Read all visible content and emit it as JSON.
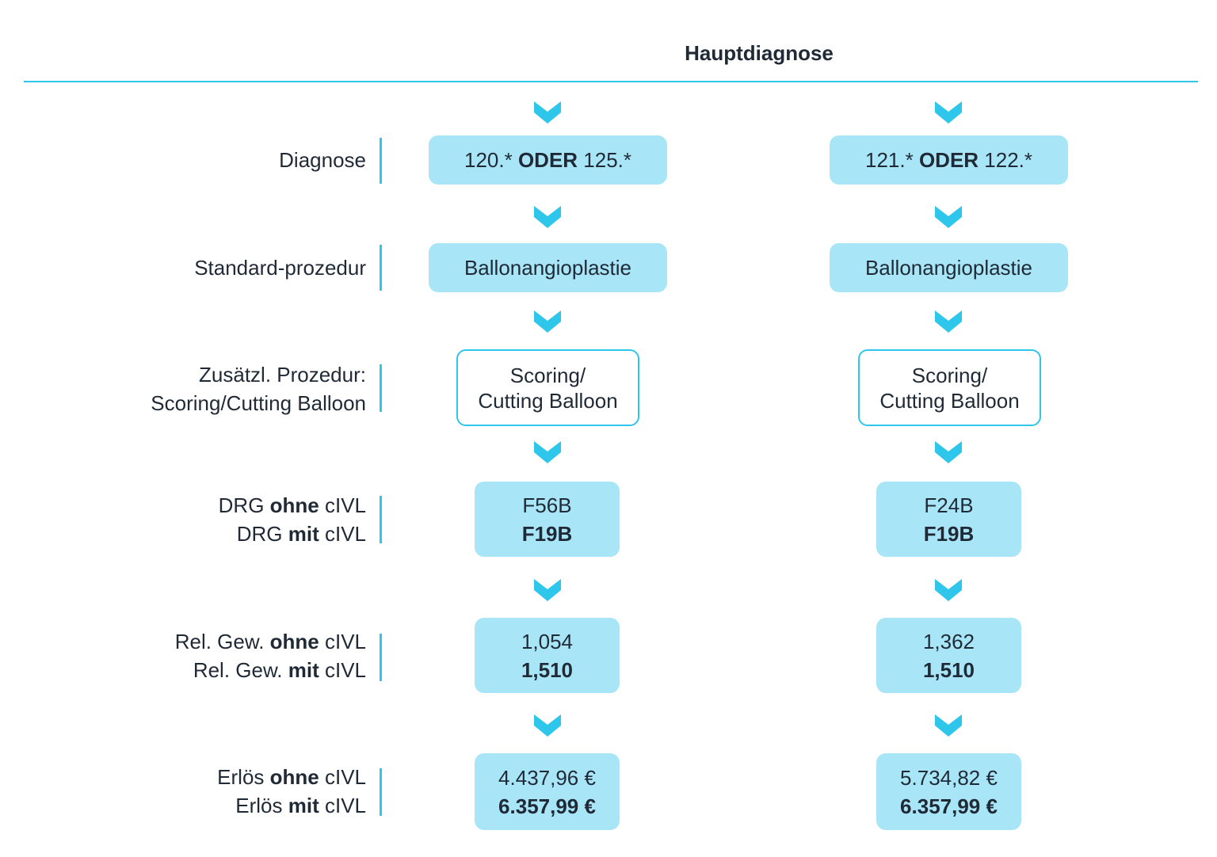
{
  "header": {
    "title": "Hauptdiagnose"
  },
  "rows": [
    {
      "label_lines": [
        {
          "parts": [
            "Diagnose"
          ]
        }
      ]
    },
    {
      "label_lines": [
        {
          "parts": [
            "Standard-prozedur"
          ]
        }
      ]
    },
    {
      "label_lines": [
        {
          "parts": [
            "Zusätzl. Prozedur:"
          ]
        },
        {
          "parts": [
            "Scoring/Cutting Balloon"
          ]
        }
      ]
    },
    {
      "label_lines": [
        {
          "pre": "DRG ",
          "bold": "ohne",
          "post": " cIVL"
        },
        {
          "pre": "DRG ",
          "bold": "mit",
          "post": " cIVL"
        }
      ]
    },
    {
      "label_lines": [
        {
          "pre": "Rel. Gew. ",
          "bold": "ohne",
          "post": " cIVL"
        },
        {
          "pre": "Rel. Gew. ",
          "bold": "mit",
          "post": " cIVL"
        }
      ]
    },
    {
      "label_lines": [
        {
          "pre": "Erlös ",
          "bold": "ohne",
          "post": " cIVL"
        },
        {
          "pre": "Erlös ",
          "bold": "mit",
          "post": " cIVL"
        }
      ]
    }
  ],
  "columns": [
    {
      "diagnose": {
        "pre": "120.* ",
        "bold": "ODER",
        "post": " 125.*"
      },
      "standard": "Ballonangioplastie",
      "zusatz": [
        "Scoring/",
        "Cutting Balloon"
      ],
      "drg": {
        "ohne": "F56B",
        "mit": "F19B"
      },
      "gewicht": {
        "ohne": "1,054",
        "mit": "1,510"
      },
      "erloes": {
        "ohne": "4.437,96 €",
        "mit": "6.357,99 €"
      }
    },
    {
      "diagnose": {
        "pre": "121.* ",
        "bold": "ODER",
        "post": " 122.*"
      },
      "standard": "Ballonangioplastie",
      "zusatz": [
        "Scoring/",
        "Cutting Balloon"
      ],
      "drg": {
        "ohne": "F24B",
        "mit": "F19B"
      },
      "gewicht": {
        "ohne": "1,362",
        "mit": "1,510"
      },
      "erloes": {
        "ohne": "5.734,82 €",
        "mit": "6.357,99 €"
      }
    }
  ],
  "colors": {
    "accent": "#2fc6ec",
    "box_fill": "#a8e5f6",
    "text": "#1f2a36"
  },
  "icons": {
    "flow_arrow": "chevron-down-icon"
  }
}
